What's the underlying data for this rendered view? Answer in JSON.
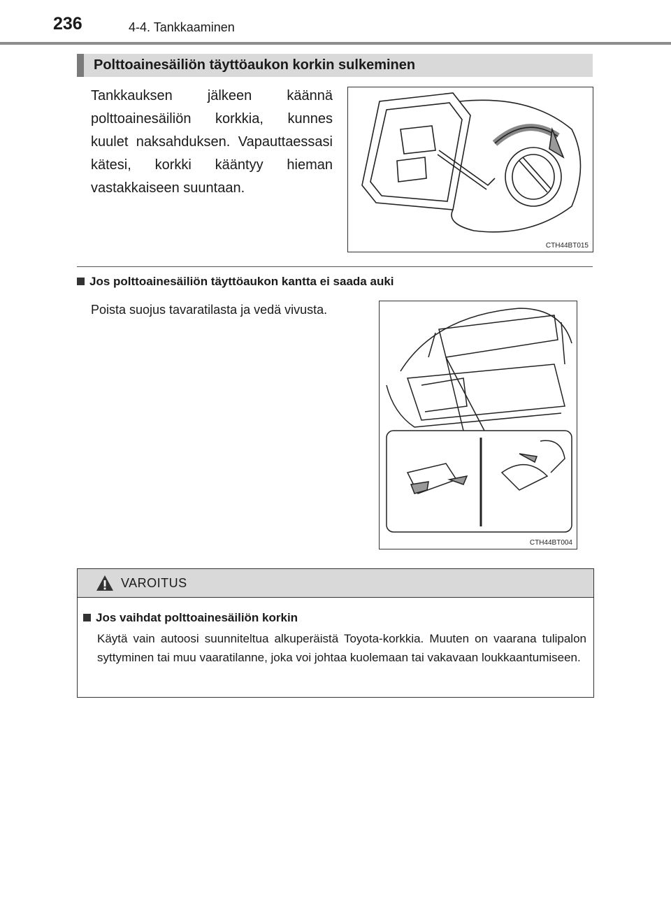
{
  "header": {
    "page_number": "236",
    "running_head": "4-4. Tankkaaminen"
  },
  "section": {
    "title": "Polttoainesäiliön täyttöaukon korkin sulkeminen",
    "paragraph": "Tankkauksen jälkeen käännä polttoainesäiliön korkkia, kunnes kuulet naksahduksen. Vapauttaessasi kätesi, korkki kääntyy hieman vastakkaiseen suuntaan.",
    "figure_code": "CTH44BT015"
  },
  "subsection": {
    "title": "Jos polttoainesäiliön täyttöaukon kantta ei saada auki",
    "paragraph": "Poista suojus tavaratilasta ja vedä vivusta.",
    "figure_code": "CTH44BT004"
  },
  "warning": {
    "label": "VAROITUS",
    "icon": "warning-triangle-icon",
    "subhead": "Jos vaihdat polttoainesäiliön korkin",
    "text": "Käytä vain autoosi suunniteltua alkuperäistä Toyota-korkkia. Muuten on vaarana tulipalon syttyminen tai muu vaaratilanne, joka voi johtaa kuolemaan tai vakavaan loukkaantumiseen."
  },
  "colors": {
    "bar_fill": "#d9d9d9",
    "bar_accent": "#7a7a7a",
    "text": "#1a1a1a"
  }
}
